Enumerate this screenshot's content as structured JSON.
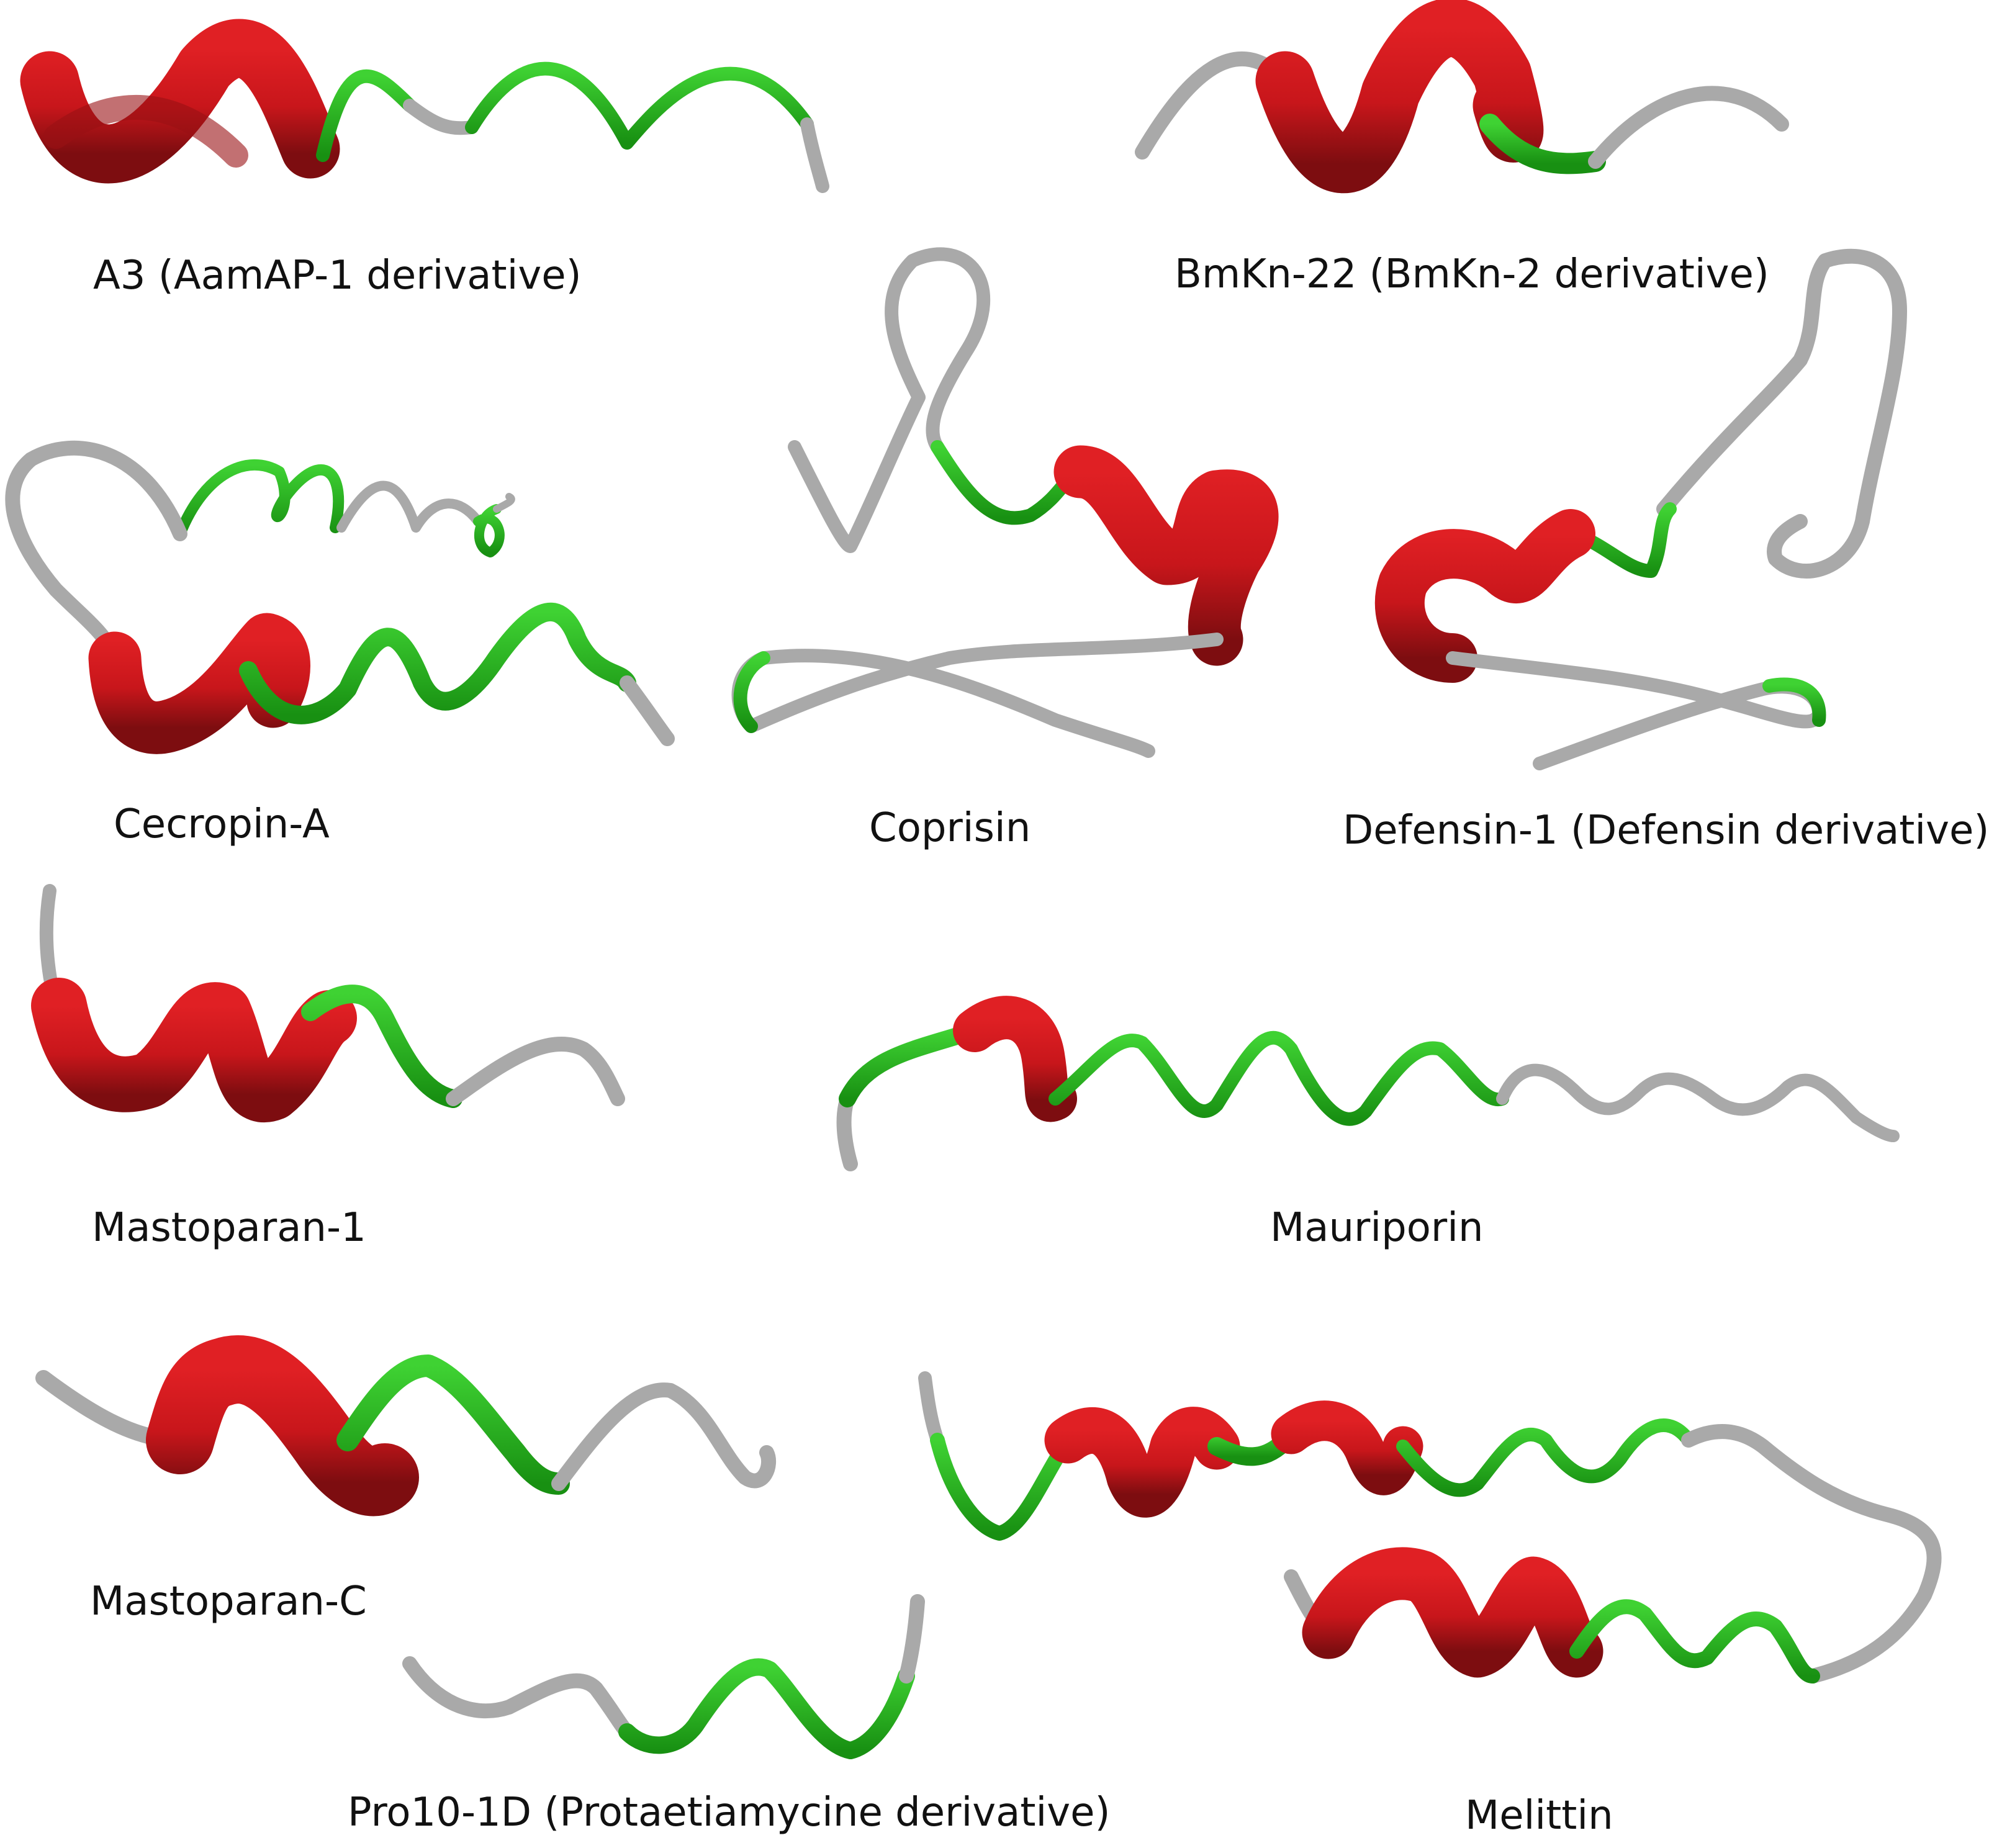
{
  "colors": {
    "helix": "#c8161b",
    "helix_shade": "#7d0d10",
    "turn": "#27b21d",
    "coil": "#a9a9a9",
    "coil_highlight": "#d9d9d9",
    "background": "#ffffff"
  },
  "structures": [
    {
      "id": "a3",
      "label": "A3 (AamAP-1 derivative)"
    },
    {
      "id": "bmkn22",
      "label": "BmKn-22 (BmKn-2 derivative)"
    },
    {
      "id": "cecropin-a",
      "label": "Cecropin-A"
    },
    {
      "id": "coprisin",
      "label": "Coprisin"
    },
    {
      "id": "defensin-1",
      "label": "Defensin-1 (Defensin derivative)"
    },
    {
      "id": "mastoparan-1",
      "label": "Mastoparan-1"
    },
    {
      "id": "mauriporin",
      "label": "Mauriporin"
    },
    {
      "id": "mastoparan-c",
      "label": "Mastoparan-C"
    },
    {
      "id": "pro10-1d",
      "label": "Pro10-1D (Protaetiamycine derivative)"
    },
    {
      "id": "melittin",
      "label": "Melittin"
    }
  ]
}
